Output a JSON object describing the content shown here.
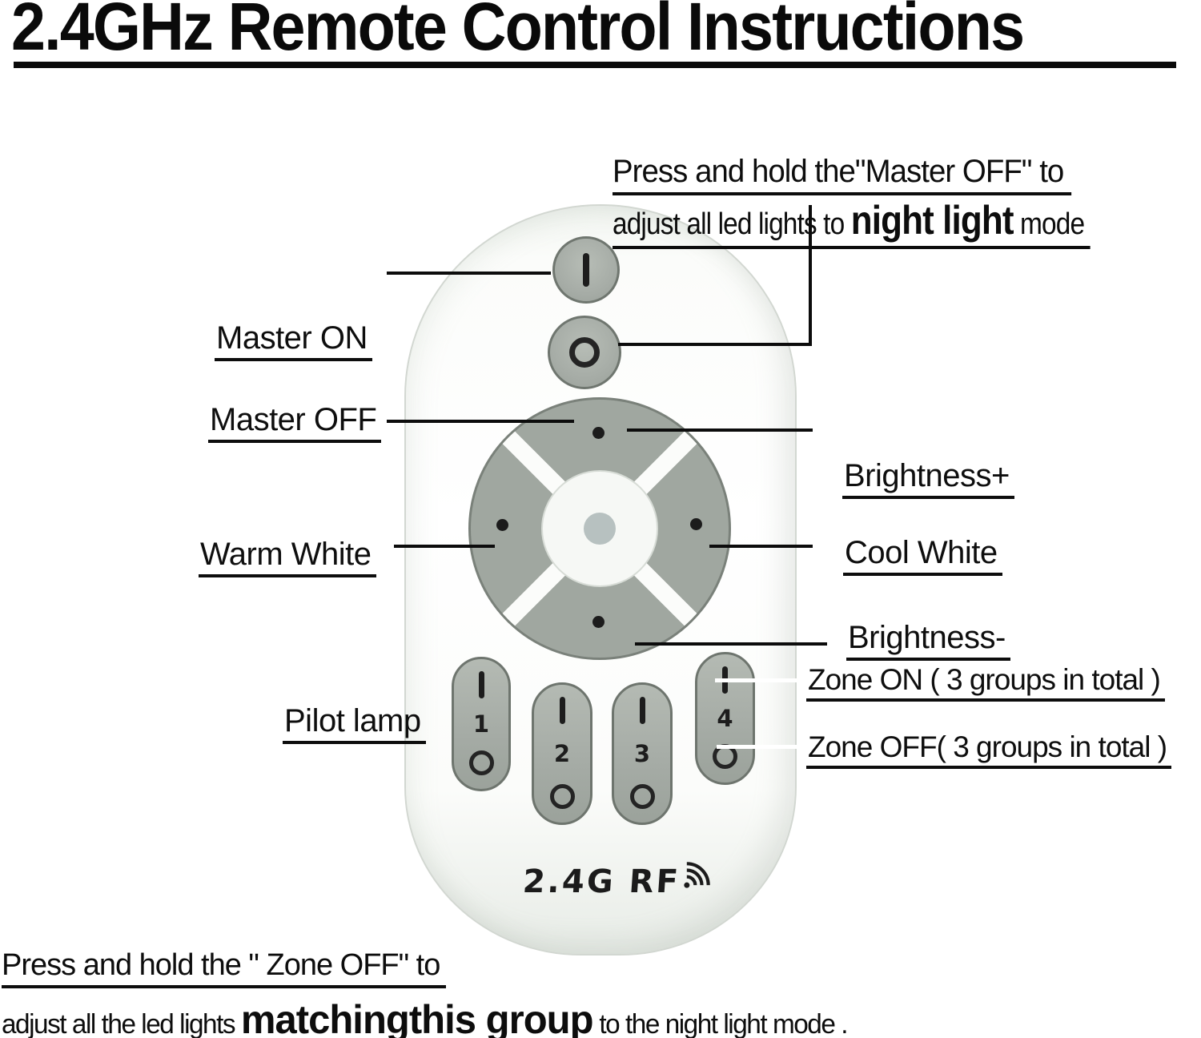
{
  "title": "2.4GHz Remote Control Instructions",
  "top_note": {
    "line1": "Press and hold the\"Master OFF\" to",
    "line2_prefix": "adjust all led lights to ",
    "line2_emphasis": "night light",
    "line2_suffix": " mode"
  },
  "left_labels": {
    "master_on": "Master ON",
    "master_off": "Master OFF",
    "warm_white": "Warm White",
    "pilot_lamp": "Pilot lamp"
  },
  "right_labels": {
    "brightness_plus": "Brightness+",
    "cool_white": "Cool White",
    "brightness_minus": "Brightness-",
    "zone_on": "Zone ON ( 3 groups in total )",
    "zone_off": "Zone OFF( 3 groups in total )"
  },
  "remote": {
    "logo_text": "2.4G RF",
    "zone_buttons": [
      {
        "digit": "1"
      },
      {
        "digit": "2"
      },
      {
        "digit": "3"
      },
      {
        "digit": "4"
      }
    ]
  },
  "bottom_note": {
    "line1": "Press and hold the \" Zone OFF\" to",
    "line2_prefix": "adjust all the led lights ",
    "line2_emphasis": "matchingthis group",
    "line2_suffix": " to the night light mode ."
  },
  "colors": {
    "ink": "#0d0d0d",
    "button_gray": "#a7ada7",
    "button_border": "#6e756e",
    "pad_gray": "#a0a7a0",
    "remote_body": "#fcfdfb",
    "callout_white": "#ffffff",
    "glyph_dark": "#1d1d1d"
  }
}
